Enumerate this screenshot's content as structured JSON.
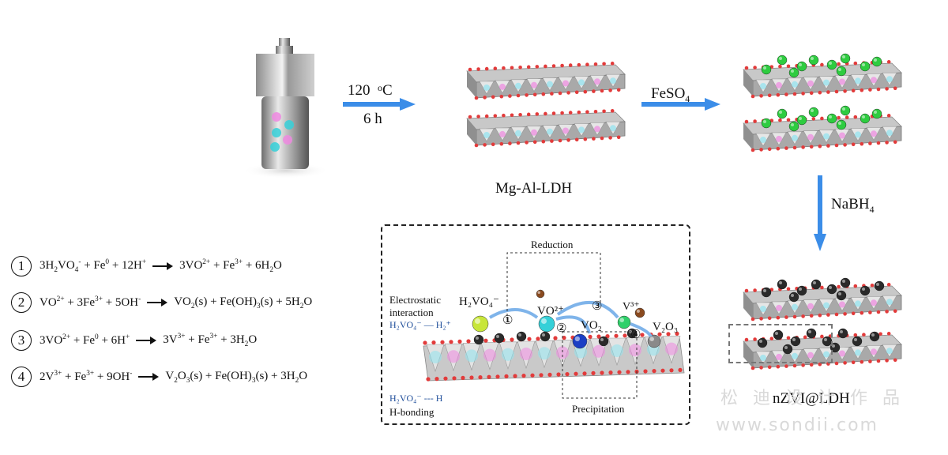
{
  "step1": {
    "temp": "120",
    "temp_unit": "oC",
    "time": "6 h"
  },
  "step2": {
    "reagent": "FeSO",
    "reagent_sub": "4"
  },
  "step3": {
    "reagent": "NaBH",
    "reagent_sub": "4"
  },
  "ldh_label": "Mg-Al-LDH",
  "product_label": "nZVI@LDH",
  "equations": [
    {
      "num": "1",
      "lhs_html": "3H<sub>2</sub>VO<sub>4</sub><sup>-</sup> + Fe<sup>0</sup> + 12H<sup>+</sup>",
      "rhs_html": "3VO<sup>2+</sup> + Fe<sup>3+</sup> + 6H<sub>2</sub>O"
    },
    {
      "num": "2",
      "lhs_html": "VO<sup>2+</sup> + 3Fe<sup>3+</sup> + 5OH<sup>-</sup>",
      "rhs_html": "VO<sub>2</sub>(s) + Fe(OH)<sub>3</sub>(s) + 5H<sub>2</sub>O"
    },
    {
      "num": "3",
      "lhs_html": "3VO<sup>2+</sup> + Fe<sup>0</sup> + 6H<sup>+</sup>",
      "rhs_html": "3V<sup>3+</sup> + Fe<sup>3+</sup> + 3H<sub>2</sub>O"
    },
    {
      "num": "4",
      "lhs_html": "2V<sup>3+</sup> + Fe<sup>3+</sup> + 9OH<sup>-</sup>",
      "rhs_html": "V<sub>2</sub>O<sub>3</sub>(s) + Fe(OH)<sub>3</sub>(s) + 3H<sub>2</sub>O"
    }
  ],
  "mechanism": {
    "reduction": "Reduction",
    "precipitation": "Precipitation",
    "electrostatic": "Electrostatic",
    "interaction": "interaction",
    "h_bonding": "H-bonding",
    "circled": [
      "①",
      "②",
      "③",
      "④"
    ],
    "species_h2vo4": "H₂VO₄⁻",
    "species_vo2plus": "VO²⁺",
    "species_vo2": "VO₂",
    "species_v3": "V³⁺",
    "species_v2o3": "V₂O₃",
    "es_pair_left": "H₂VO₄⁻",
    "es_pair_right": "H₂⁺",
    "hb_pair_left": "H₂VO₄⁻",
    "hb_pair_right": "H"
  },
  "watermark": {
    "cn": "松 迪 设 计 作 品",
    "url": "www.sondii.com"
  },
  "colors": {
    "arrow_blue": "#3b8de8",
    "fe_green": "#2ecc40",
    "nzvi_black": "#2a2a2a",
    "vanadate_yellow": "#c8e63a",
    "vo_cyan": "#35d0d8",
    "vo2_blue": "#1b3fc4",
    "v3_green": "#2fd06a",
    "brown": "#8a4a1f",
    "oxygen_red": "#e23b3b",
    "pink": "#ee88e0"
  }
}
